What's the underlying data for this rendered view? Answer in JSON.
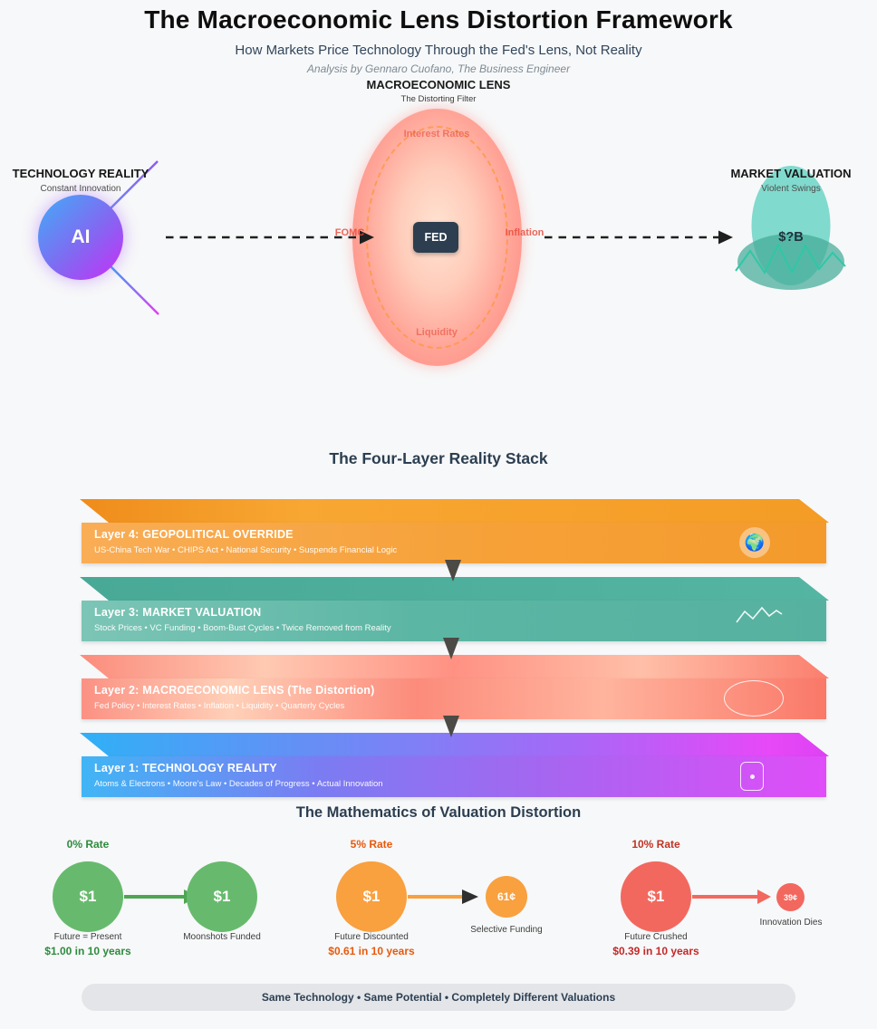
{
  "header": {
    "title": "The Macroeconomic Lens Distortion Framework",
    "subtitle": "How Markets Price Technology Through the Fed's Lens, Not Reality",
    "attribution": "Analysis by Gennaro Cuofano, The Business Engineer"
  },
  "lens_diagram": {
    "lens_title": "MACROECONOMIC LENS",
    "lens_subtitle": "The Distorting Filter",
    "left_node": {
      "title": "TECHNOLOGY REALITY",
      "subtitle": "Constant Innovation",
      "label": "AI",
      "gradient_start": "#41acf7",
      "gradient_end": "#c92ef7"
    },
    "lens_labels": {
      "top": "Interest Rates",
      "left": "FOMC",
      "right": "Inflation",
      "bottom": "Liquidity",
      "center": "FED"
    },
    "right_node": {
      "title": "MARKET VALUATION",
      "subtitle": "Violent Swings",
      "label": "$?B",
      "color": "#62d2c2"
    },
    "lens_color": "#ff8d84"
  },
  "stack": {
    "heading": "The Four-Layer Reality Stack",
    "layers": [
      {
        "title": "Layer 4: GEOPOLITICAL OVERRIDE",
        "subtitle": "US-China Tech War • CHIPS Act • National Security • Suspends Financial Logic",
        "icon": "globe-icon",
        "icon_glyph": "🌍",
        "color": "#f49c25"
      },
      {
        "title": "Layer 3: MARKET VALUATION",
        "subtitle": "Stock Prices • VC Funding • Boom-Bust Cycles • Twice Removed from Reality",
        "icon": "line-chart-icon",
        "color": "#5cb6a4"
      },
      {
        "title": "Layer 2: MACROECONOMIC LENS (The Distortion)",
        "subtitle": "Fed Policy • Interest Rates • Inflation • Liquidity • Quarterly Cycles",
        "icon": "lens-ellipse-icon",
        "color": "#fc8b7b"
      },
      {
        "title": "Layer 1: TECHNOLOGY REALITY",
        "subtitle": "Atoms & Electrons • Moore's Law • Decades of Progress • Actual Innovation",
        "icon": "chip-icon",
        "color": "#a566f0"
      }
    ]
  },
  "math": {
    "heading": "The Mathematics of Valuation Distortion",
    "scenarios": [
      {
        "rate": "0% Rate",
        "start_value": "$1",
        "end_value": "$1",
        "caption": "Future = Present",
        "result": "$1.00 in 10 years",
        "outcome": "Moonshots Funded",
        "circle_color": "#67ba6d",
        "accent_color": "#2e8b3e"
      },
      {
        "rate": "5% Rate",
        "start_value": "$1",
        "end_value": "61¢",
        "caption": "Future Discounted",
        "result": "$0.61 in 10 years",
        "outcome": "Selective Funding",
        "circle_color": "#f9a03f",
        "accent_color": "#e8590c"
      },
      {
        "rate": "10% Rate",
        "start_value": "$1",
        "end_value": "39¢",
        "caption": "Future Crushed",
        "result": "$0.39 in 10 years",
        "outcome": "Innovation Dies",
        "circle_color": "#f2685f",
        "accent_color": "#c62828"
      }
    ],
    "footer": "Same Technology • Same Potential • Completely Different Valuations"
  }
}
